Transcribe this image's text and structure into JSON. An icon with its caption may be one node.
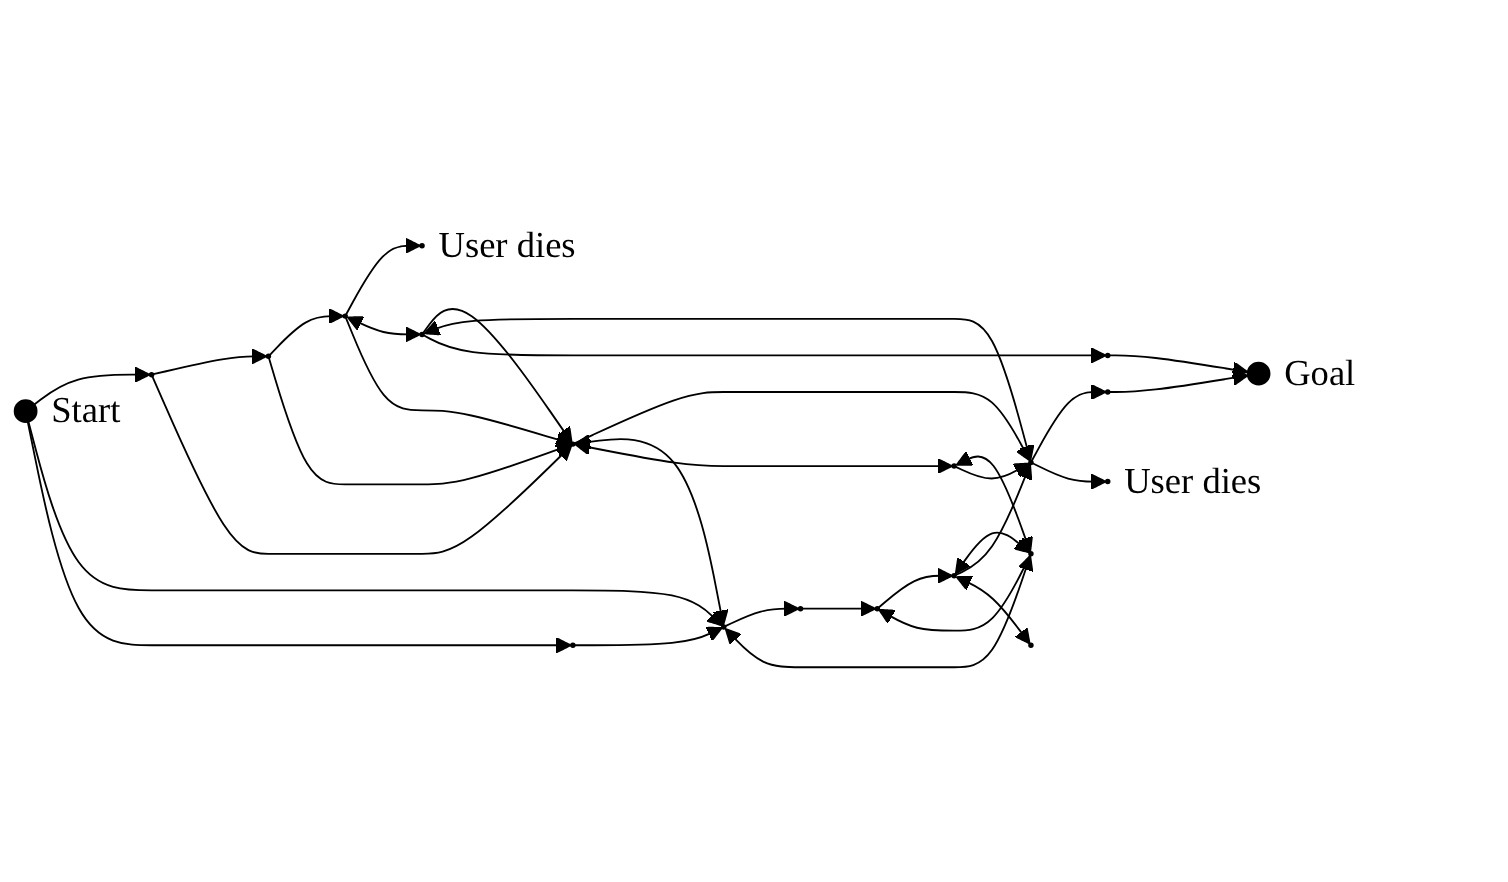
{
  "diagram": {
    "nodes": [
      {
        "text": [],
        "shape": "circle",
        "beside": [
          "Start"
        ]
      },
      {
        "text": [],
        "shape": "circle"
      },
      {
        "text": [],
        "shape": "circle"
      },
      {
        "text": [],
        "shape": "circle",
        "beside": [
          "User dies"
        ]
      },
      {
        "text": [],
        "shape": "circle"
      },
      {
        "text": [],
        "shape": "circle"
      },
      {
        "text": [],
        "shape": "circle"
      },
      {
        "text": [],
        "shape": "circle"
      },
      {
        "text": [],
        "shape": "circle"
      },
      {
        "text": [],
        "shape": "circle"
      },
      {
        "text": [],
        "shape": "circle"
      },
      {
        "text": [],
        "shape": "circle"
      },
      {
        "text": [],
        "shape": "circle"
      },
      {
        "text": [],
        "shape": "circle",
        "beside": [
          "Goal"
        ]
      },
      {
        "text": [],
        "shape": "circle"
      },
      {
        "text": [],
        "shape": "circle"
      },
      {
        "text": [],
        "shape": "circle",
        "beside": [
          "User dies"
        ]
      },
      {
        "text": [],
        "shape": "circle"
      },
      {
        "text": [],
        "shape": "circle"
      },
      {
        "text": [],
        "shape": "circle"
      }
    ],
    "edges": [
      {
        "from": 0,
        "to": 1,
        "arrow": "to"
      },
      {
        "from": 0,
        "to": 9,
        "arrow": "to"
      },
      {
        "from": 0,
        "to": 11,
        "arrow": "to"
      },
      {
        "from": 1,
        "to": 2,
        "arrow": "to"
      },
      {
        "from": 1,
        "to": 5,
        "arrow": "to"
      },
      {
        "from": 2,
        "to": 4,
        "arrow": "to"
      },
      {
        "from": 2,
        "to": 5,
        "arrow": "to"
      },
      {
        "from": 4,
        "to": 3,
        "arrow": "to"
      },
      {
        "from": 4,
        "to": 6,
        "arrow": "both"
      },
      {
        "from": 4,
        "to": 5,
        "arrow": "to"
      },
      {
        "from": 6,
        "to": 5,
        "arrow": "to"
      },
      {
        "from": 6,
        "to": 8,
        "arrow": "both"
      },
      {
        "from": 6,
        "to": 7,
        "arrow": "to"
      },
      {
        "from": 7,
        "to": 13,
        "arrow": "to"
      },
      {
        "from": 5,
        "to": 8,
        "arrow": "to"
      },
      {
        "from": 5,
        "to": 9,
        "arrow": "both"
      },
      {
        "from": 5,
        "to": 10,
        "arrow": "both"
      },
      {
        "from": 11,
        "to": 9,
        "arrow": "to"
      },
      {
        "from": 9,
        "to": 17,
        "arrow": "to"
      },
      {
        "from": 9,
        "to": 14,
        "arrow": "both"
      },
      {
        "from": 10,
        "to": 14,
        "arrow": "both"
      },
      {
        "from": 10,
        "to": 8,
        "arrow": "to"
      },
      {
        "from": 15,
        "to": 14,
        "arrow": "both"
      },
      {
        "from": 14,
        "to": 18,
        "arrow": "to"
      },
      {
        "from": 17,
        "to": 18,
        "arrow": "to"
      },
      {
        "from": 18,
        "to": 15,
        "arrow": "to"
      },
      {
        "from": 15,
        "to": 8,
        "arrow": "to"
      },
      {
        "from": 15,
        "to": 19,
        "arrow": "both"
      },
      {
        "from": 8,
        "to": 12,
        "arrow": "to"
      },
      {
        "from": 12,
        "to": 13,
        "arrow": "to"
      },
      {
        "from": 8,
        "to": 16,
        "arrow": "to"
      }
    ]
  }
}
